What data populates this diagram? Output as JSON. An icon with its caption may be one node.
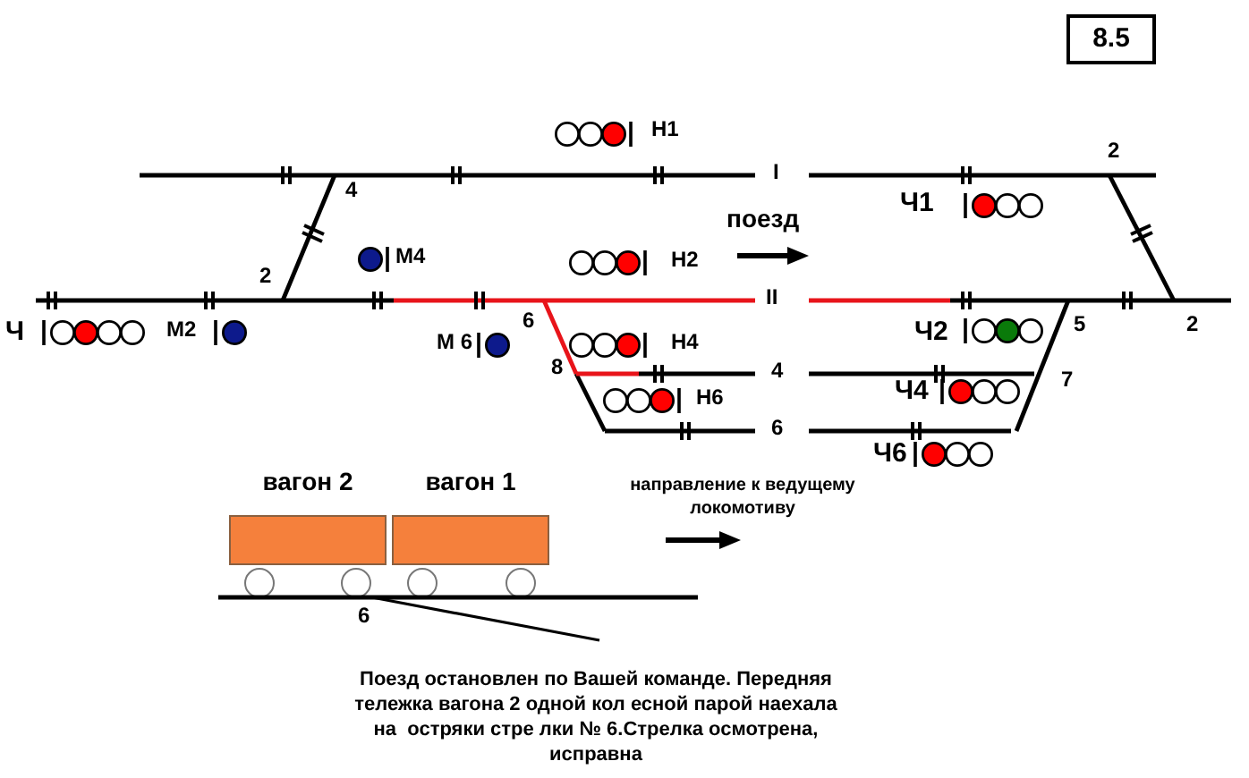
{
  "diagram": {
    "nodes": [
      {
        "text": [
          "8.5"
        ]
      },
      {
        "text": [
          "вагон 2"
        ]
      },
      {
        "text": [
          "вагон 1"
        ]
      }
    ],
    "labels": [
      "Н1",
      "4",
      "I",
      "2",
      "Ч1",
      "поезд",
      "2",
      "М4",
      "Н2",
      "Ч",
      "М2",
      "М 6",
      "6",
      "II",
      "Ч2",
      "5",
      "2",
      "8",
      "Н4",
      "4",
      "Ч4",
      "7",
      "Н6",
      "6",
      "Ч6",
      "направление к ведущему локомотиву",
      "6",
      "Поезд остановлен по Вашей команде. Передняя тележка вагона 2 одной кол есной парой наехала на  остряки стре лки № 6.Стрелка осмотрена, исправна"
    ]
  }
}
